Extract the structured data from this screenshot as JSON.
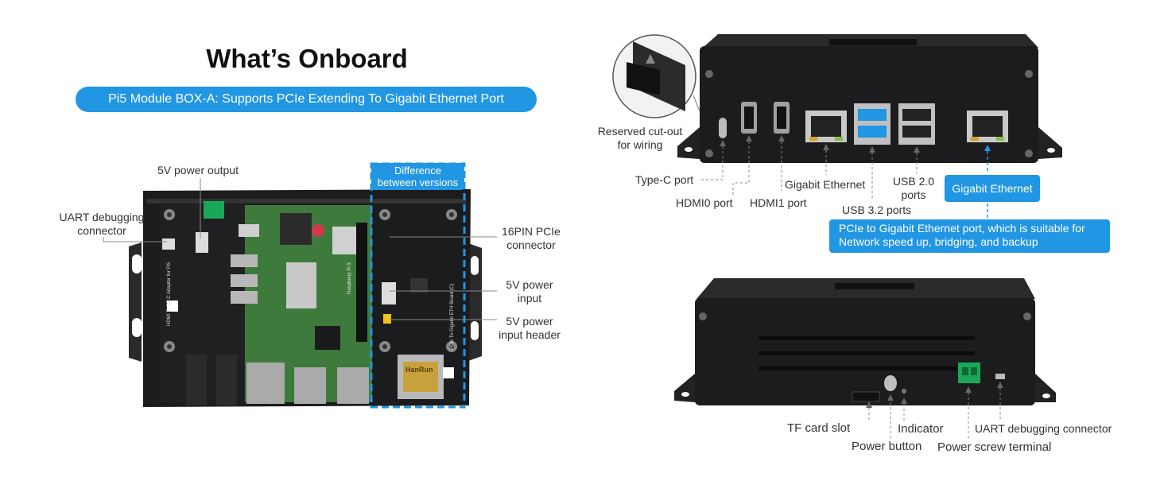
{
  "heading": {
    "title": "What’s Onboard",
    "subtitle": "Pi5 Module BOX-A: Supports PCIe Extending To Gigabit Ethernet Port"
  },
  "board": {
    "labels": {
      "power_output": "5V power output",
      "uart_debug_line1": "UART debugging",
      "uart_debug_line2": "connector",
      "difference_line1": "Difference",
      "difference_line2": "between versions",
      "pcie_line1": "16PIN PCIe",
      "pcie_line2": "connector",
      "power_input_line1": "5V power",
      "power_input_line2": "input",
      "power_header_line1": "5V power",
      "power_header_line2": "input header"
    },
    "silkscreen": {
      "adapter": "HDMI TYPE C Adapter for Pi5",
      "eth_board": "PCIe To Gigabit ETH Board (C)",
      "pi": "Raspberry Pi 5",
      "hanrun": "HanRun"
    }
  },
  "rear_panel": {
    "labels": {
      "reserved_line1": "Reserved cut-out",
      "reserved_line2": "for wiring",
      "type_c": "Type-C port",
      "hdmi0": "HDMI0 port",
      "hdmi1": "HDMI1 port",
      "gigabit_eth": "Gigabit Ethernet",
      "usb32": "USB 3.2 ports",
      "usb20_line1": "USB 2.0",
      "usb20_line2": "ports",
      "gigabit_eth_box": "Gigabit Ethernet",
      "pcie_eth_line1": "PCIe to Gigabit Ethernet port, which is suitable for",
      "pcie_eth_line2": "Network speed up, bridging, and backup"
    }
  },
  "front_panel": {
    "labels": {
      "tf_card": "TF card slot",
      "power_button": "Power button",
      "indicator": "Indicator",
      "power_screw": "Power screw terminal",
      "uart": "UART debugging connector"
    }
  },
  "colors": {
    "accent": "#2196e3",
    "case": "#1c1c1e",
    "pcb_green": "#3e7a3c",
    "terminal_green": "#1aa858"
  }
}
